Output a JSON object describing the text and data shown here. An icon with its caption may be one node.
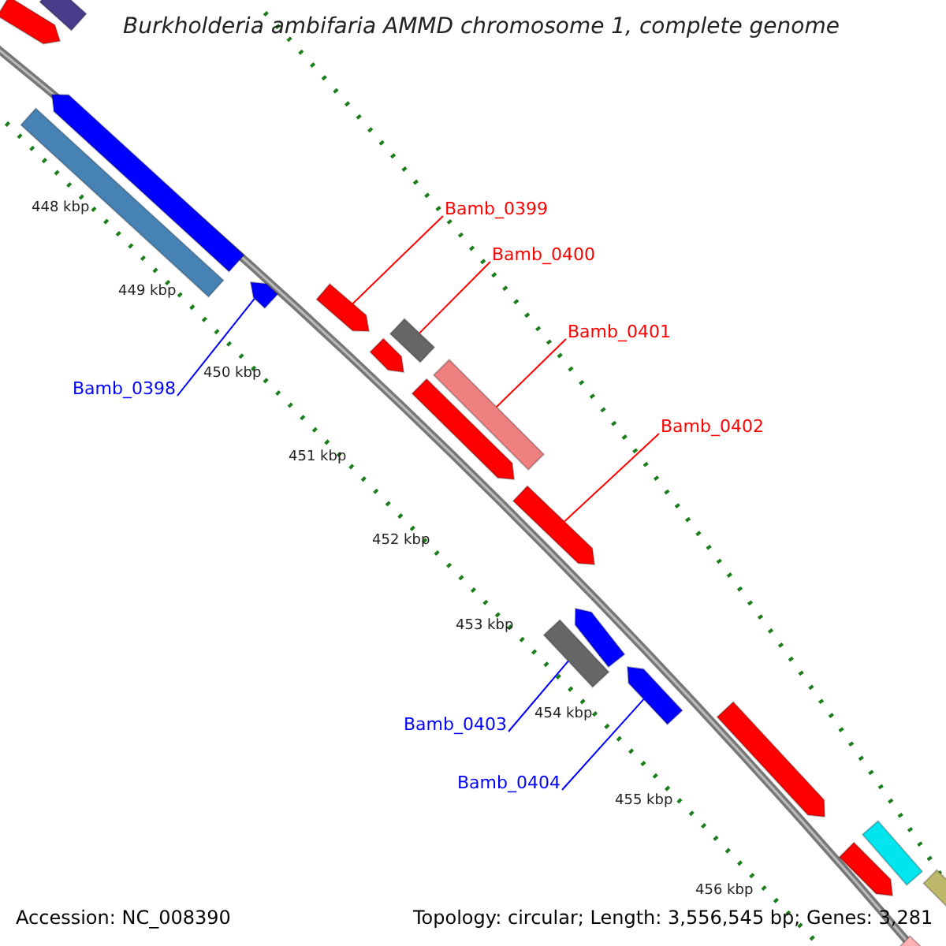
{
  "diagram": {
    "title": "Burkholderia ambifaria AMMD chromosome 1, complete genome",
    "nodes": [
      {
        "text": [
          "Bamb_0399"
        ]
      },
      {
        "text": [],
        "shape": "bar"
      },
      {
        "text": [
          "Bamb_0400"
        ]
      },
      {
        "text": [],
        "shape": "bar"
      },
      {
        "text": [
          "Bamb_0401"
        ]
      },
      {
        "text": [],
        "shape": "bar"
      },
      {
        "text": [
          "Bamb_0402"
        ]
      },
      {
        "text": [],
        "shape": "bar"
      },
      {
        "text": [
          "Bamb_0398"
        ]
      },
      {
        "text": [],
        "shape": "bar"
      },
      {
        "text": [
          "Bamb_0403"
        ]
      },
      {
        "text": [],
        "shape": "bar"
      },
      {
        "text": [
          "Bamb_0404"
        ]
      },
      {
        "text": [],
        "shape": "bar"
      },
      {
        "text": [],
        "shape": "bar"
      },
      {
        "text": [],
        "shape": "bar"
      },
      {
        "text": [],
        "shape": "bar"
      },
      {
        "text": [],
        "shape": "bar"
      },
      {
        "text": [],
        "shape": "bar"
      },
      {
        "text": [],
        "shape": "bar"
      },
      {
        "text": [],
        "shape": "bar"
      },
      {
        "text": [],
        "shape": "bar"
      },
      {
        "text": [],
        "shape": "bar"
      },
      {
        "text": [],
        "shape": "bar"
      },
      {
        "text": [],
        "shape": "bar"
      },
      {
        "text": [],
        "shape": "bar"
      }
    ],
    "edges": [
      {
        "from": 0,
        "to": 1,
        "arrow": "none"
      },
      {
        "from": 2,
        "to": 3,
        "arrow": "none"
      },
      {
        "from": 4,
        "to": 5,
        "arrow": "none"
      },
      {
        "from": 6,
        "to": 7,
        "arrow": "none"
      },
      {
        "from": 8,
        "to": 9,
        "arrow": "none",
        "color": "#0000ff"
      },
      {
        "from": 10,
        "to": 11,
        "arrow": "none",
        "color": "#0000ff"
      },
      {
        "from": 12,
        "to": 13,
        "arrow": "none",
        "color": "#0000ff"
      }
    ],
    "labels": [
      "448 kbp",
      "449 kbp",
      "450 kbp",
      "451 kbp",
      "452 kbp",
      "453 kbp",
      "454 kbp",
      "455 kbp",
      "456 kbp",
      "Accession: NC_008390",
      "Topology: circular; Length: 3,556,545 bp; Genes: 3,281"
    ]
  }
}
